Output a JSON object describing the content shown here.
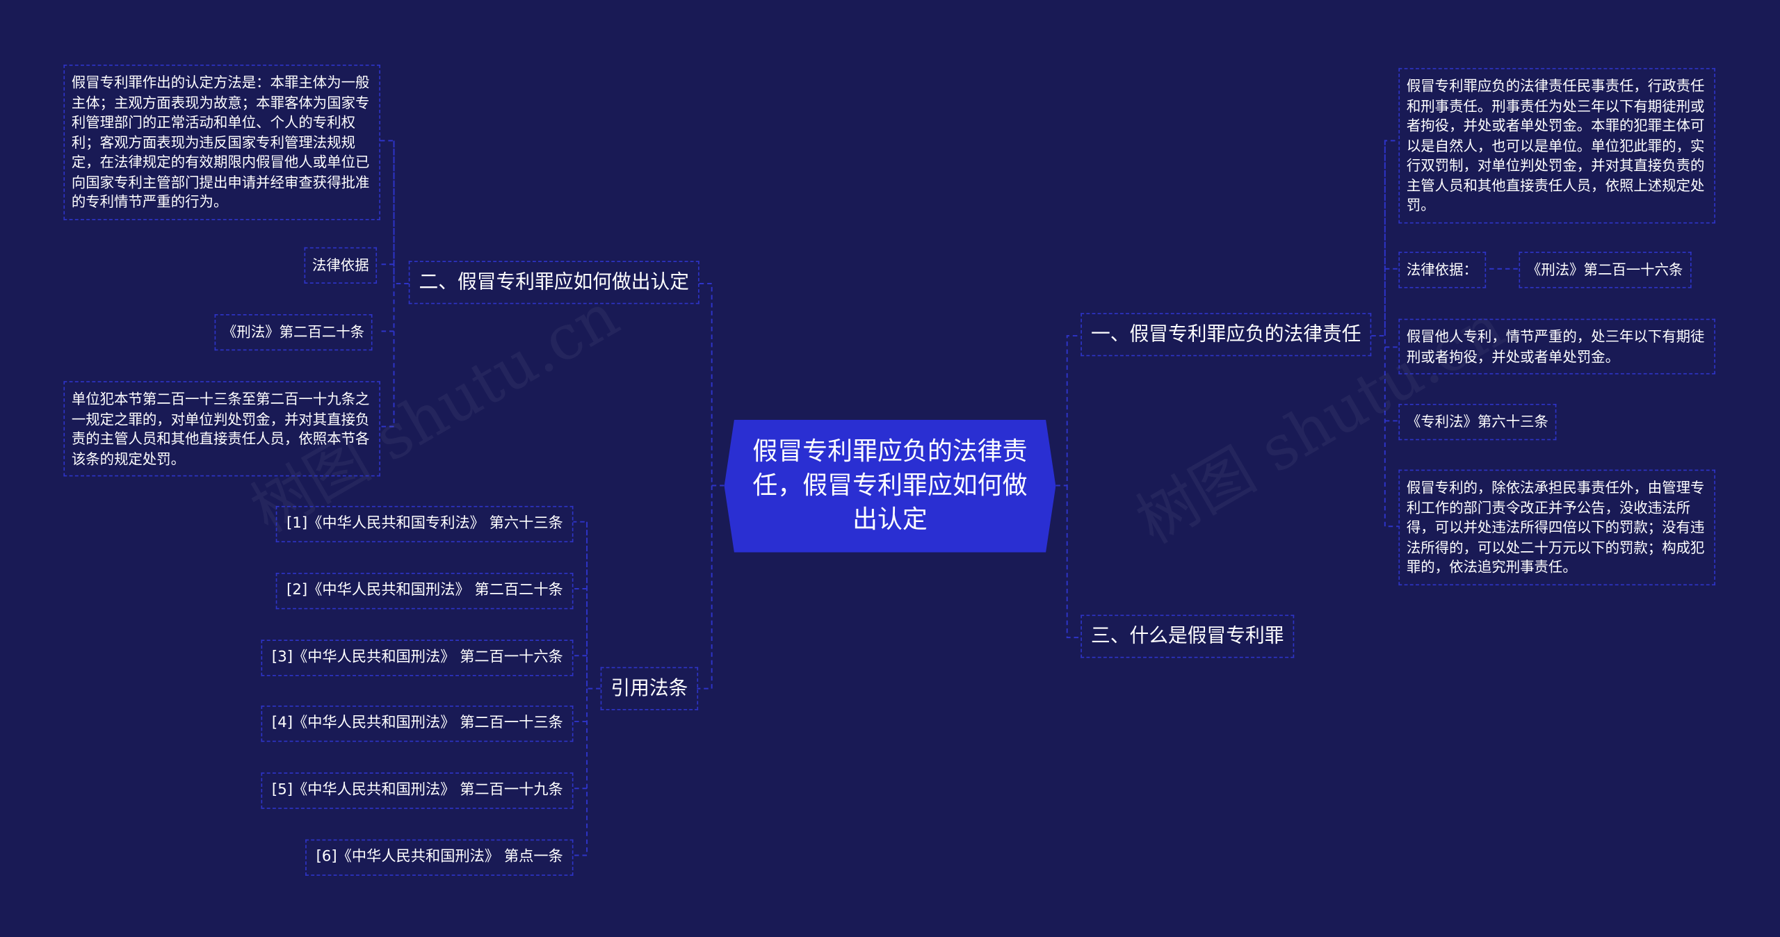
{
  "colors": {
    "background": "#191a55",
    "center_fill": "#2a2fd2",
    "line": "#2e34c8",
    "text": "#ffffff"
  },
  "watermark": "树图 shutu.cn",
  "center": {
    "title": "假冒专利罪应负的法律责任，假冒专利罪应如何做出认定"
  },
  "left": {
    "branch2": {
      "title": "二、假冒专利罪应如何做出认定",
      "definition": "假冒专利罪作出的认定方法是：本罪主体为一般主体；主观方面表现为故意；本罪客体为国家专利管理部门的正常活动和单位、个人的专利权利；客观方面表现为违反国家专利管理法规规定，在法律规定的有效期限内假冒他人或单位已向国家专利主管部门提出申请并经审查获得批准的专利情节严重的行为。",
      "legal_basis_label": "法律依据",
      "legal_basis_ref": "《刑法》第二百二十条",
      "legal_basis_text": "单位犯本节第二百一十三条至第二百一十九条之一规定之罪的，对单位判处罚金，并对其直接负责的主管人员和其他直接责任人员，依照本节各该条的规定处罚。"
    },
    "citations": {
      "title": "引用法条",
      "items": [
        "[1]《中华人民共和国专利法》 第六十三条",
        "[2]《中华人民共和国刑法》 第二百二十条",
        "[3]《中华人民共和国刑法》 第二百一十六条",
        "[4]《中华人民共和国刑法》 第二百一十三条",
        "[5]《中华人民共和国刑法》 第二百一十九条",
        "[6]《中华人民共和国刑法》 第点一条"
      ]
    }
  },
  "right": {
    "branch1": {
      "title": "一、假冒专利罪应负的法律责任",
      "liability_text": "假冒专利罪应负的法律责任民事责任，行政责任和刑事责任。刑事责任为处三年以下有期徒刑或者拘役，并处或者单处罚金。本罪的犯罪主体可以是自然人，也可以是单位。单位犯此罪的，实行双罚制，对单位判处罚金，并对其直接负责的主管人员和其他直接责任人员，依照上述规定处罚。",
      "legal_basis_label": "法律依据：",
      "legal_basis_ref": "《刑法》第二百一十六条",
      "legal_basis_text": "假冒他人专利，情节严重的，处三年以下有期徒刑或者拘役，并处或者单处罚金。",
      "patent_law_ref": "《专利法》第六十三条",
      "patent_law_text": "假冒专利的，除依法承担民事责任外，由管理专利工作的部门责令改正并予公告，没收违法所得，可以并处违法所得四倍以下的罚款；没有违法所得的，可以处二十万元以下的罚款；构成犯罪的，依法追究刑事责任。"
    },
    "branch3": {
      "title": "三、什么是假冒专利罪"
    }
  }
}
